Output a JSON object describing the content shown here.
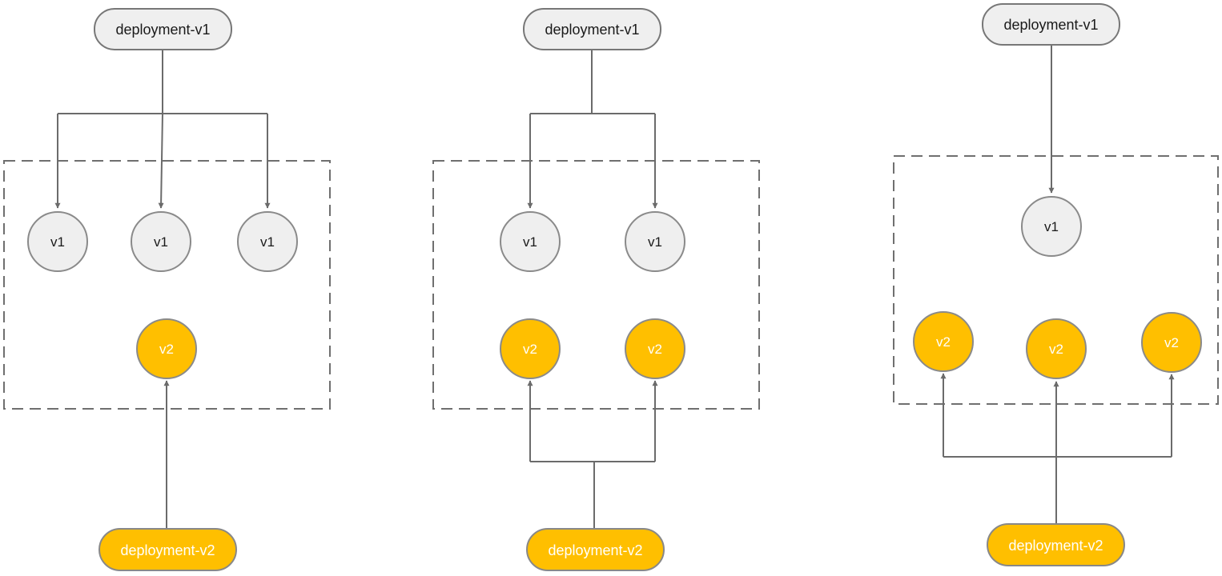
{
  "panels": [
    {
      "deployment_v1": {
        "label": "deployment-v1"
      },
      "deployment_v2": {
        "label": "deployment-v2"
      },
      "v1_nodes": [
        "v1",
        "v1",
        "v1"
      ],
      "v2_nodes": [
        "v2"
      ]
    },
    {
      "deployment_v1": {
        "label": "deployment-v1"
      },
      "deployment_v2": {
        "label": "deployment-v2"
      },
      "v1_nodes": [
        "v1",
        "v1"
      ],
      "v2_nodes": [
        "v2",
        "v2"
      ]
    },
    {
      "deployment_v1": {
        "label": "deployment-v1"
      },
      "deployment_v2": {
        "label": "deployment-v2"
      },
      "v1_nodes": [
        "v1"
      ],
      "v2_nodes": [
        "v2",
        "v2",
        "v2"
      ]
    }
  ],
  "colors": {
    "v1_fill": "#efefef",
    "v2_fill": "#ffbf00",
    "connector": "#6b6b6b",
    "frame": "#6f6f6f"
  }
}
